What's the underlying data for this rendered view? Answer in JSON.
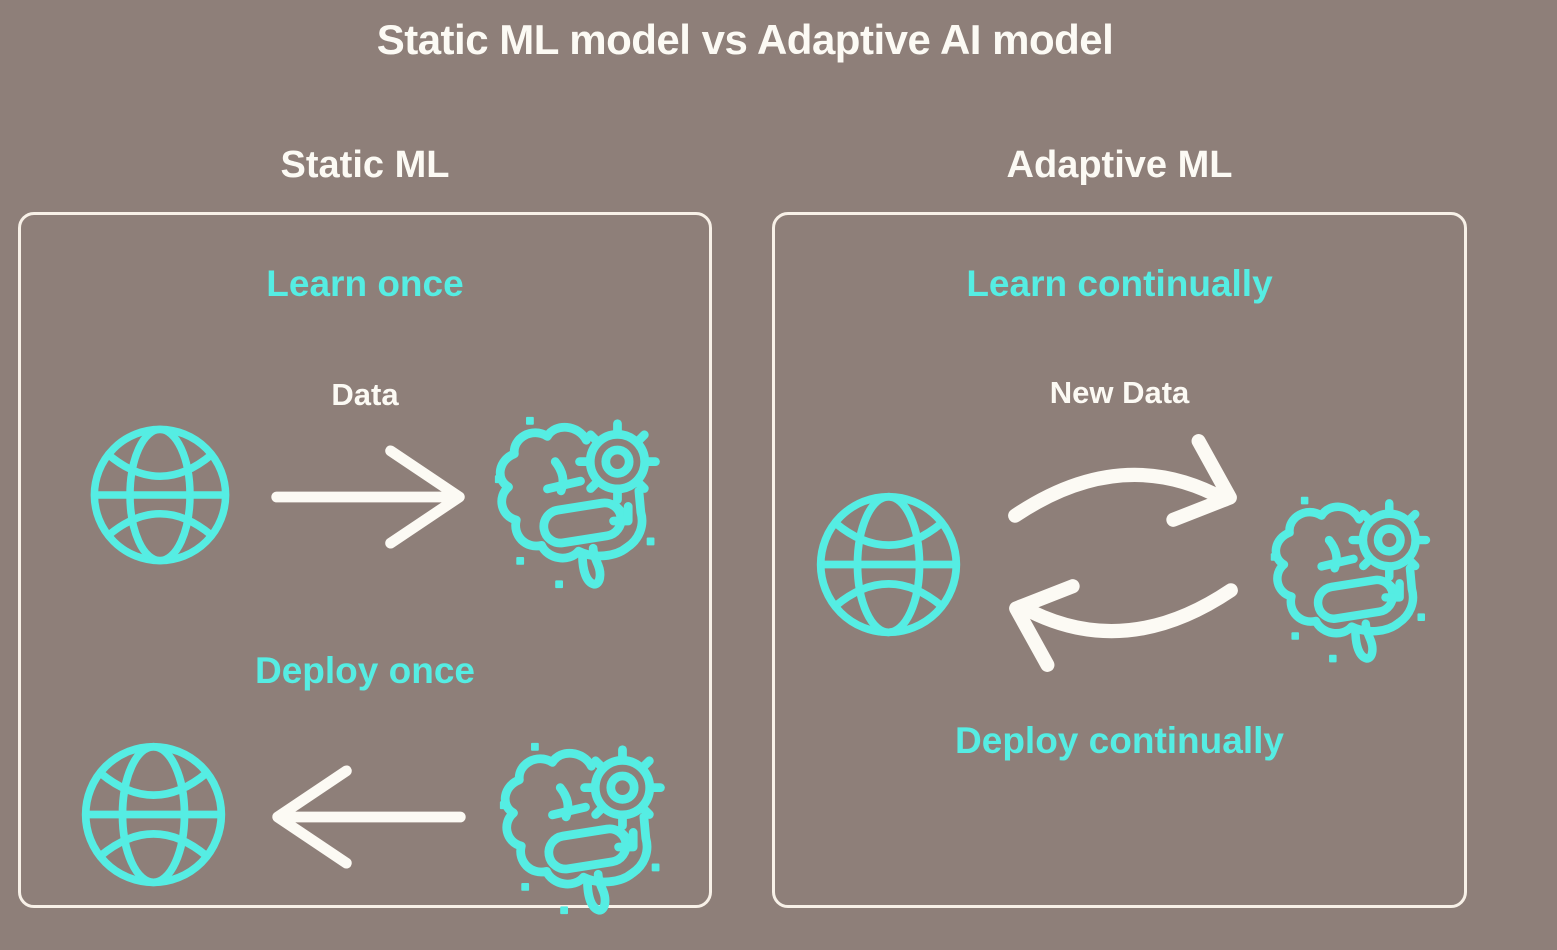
{
  "title": "Static ML model vs Adaptive AI model",
  "colors": {
    "background": "#8E7F79",
    "panel_border": "#F8F1E8",
    "text_white": "#FCFAF4",
    "accent_cyan": "#55EDE3"
  },
  "panels": [
    {
      "header": "Static ML",
      "top_label": "Learn once",
      "flow_label": "Data",
      "bottom_label": "Deploy once",
      "icons": [
        "globe-icon",
        "arrow-right-icon",
        "brain-gear-icon",
        "globe-icon",
        "arrow-left-icon",
        "brain-gear-icon"
      ]
    },
    {
      "header": "Adaptive ML",
      "top_label": "Learn continually",
      "flow_label": "New Data",
      "bottom_label": "Deploy continually",
      "icons": [
        "globe-icon",
        "cycle-arrows-icon",
        "brain-gear-icon"
      ]
    }
  ]
}
